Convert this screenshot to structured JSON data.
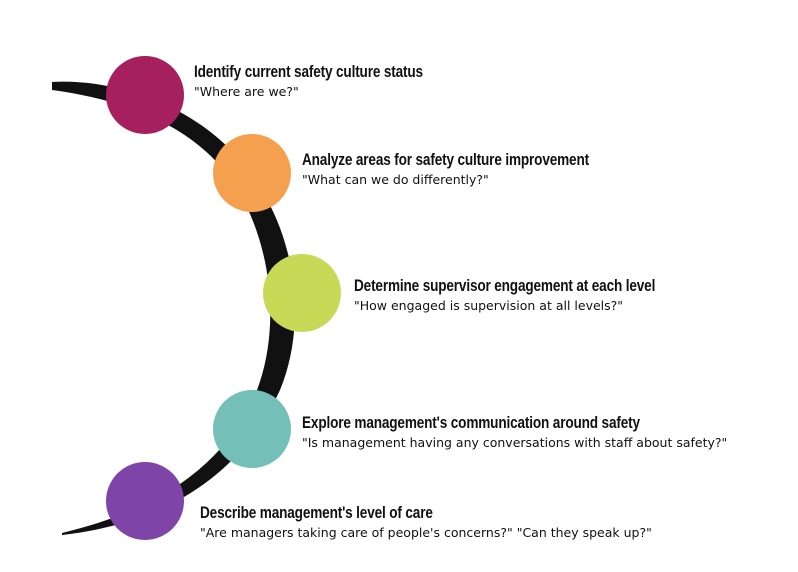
{
  "steps": [
    {
      "title": "Identify current safety culture status",
      "question": "\"Where are we?\"",
      "color": "#a61f5f"
    },
    {
      "title": "Analyze areas for safety culture improvement",
      "question": "\"What can we do differently?\"",
      "color": "#f5a04f"
    },
    {
      "title": "Determine supervisor engagement at each level",
      "question": "\"How engaged is supervision at all levels?\"",
      "color": "#c8d957"
    },
    {
      "title": "Explore management's communication around safety",
      "question": "\"Is management having any conversations with staff about safety?\"",
      "color": "#74c0b8"
    },
    {
      "title": "Describe management's level of care",
      "question": "\"Are managers taking care of people's concerns?\" \"Can they speak up?\"",
      "color": "#7f44a8"
    }
  ],
  "arc_color": "#111111"
}
